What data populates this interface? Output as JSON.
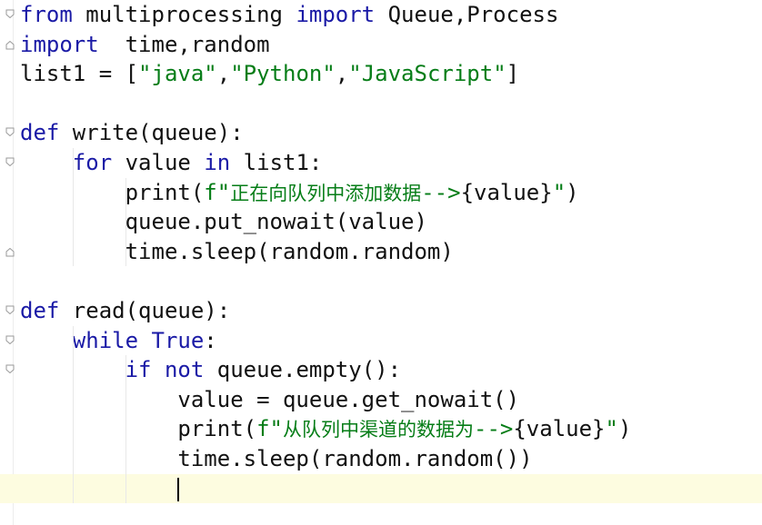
{
  "editor": {
    "lines": [
      [
        {
          "t": "from",
          "c": "kw"
        },
        {
          "t": " multiprocessing ",
          "c": "plain"
        },
        {
          "t": "import",
          "c": "kw"
        },
        {
          "t": " Queue,Process",
          "c": "plain"
        }
      ],
      [
        {
          "t": "import",
          "c": "kw"
        },
        {
          "t": "  time,random",
          "c": "plain"
        }
      ],
      [
        {
          "t": "list1 = [",
          "c": "plain"
        },
        {
          "t": "\"java\"",
          "c": "str"
        },
        {
          "t": ",",
          "c": "plain"
        },
        {
          "t": "\"Python\"",
          "c": "str"
        },
        {
          "t": ",",
          "c": "plain"
        },
        {
          "t": "\"JavaScript\"",
          "c": "str"
        },
        {
          "t": "]",
          "c": "plain"
        }
      ],
      [],
      [
        {
          "t": "def",
          "c": "kw"
        },
        {
          "t": " write(queue):",
          "c": "plain"
        }
      ],
      [
        {
          "t": "    ",
          "c": "plain"
        },
        {
          "t": "for",
          "c": "kw"
        },
        {
          "t": " value ",
          "c": "plain"
        },
        {
          "t": "in",
          "c": "kw"
        },
        {
          "t": " list1:",
          "c": "plain"
        }
      ],
      [
        {
          "t": "        print(",
          "c": "plain"
        },
        {
          "t": "f\"",
          "c": "str"
        },
        {
          "t": "正在向队列中添加数据",
          "c": "cjk"
        },
        {
          "t": "-->",
          "c": "str"
        },
        {
          "t": "{value}",
          "c": "plain"
        },
        {
          "t": "\"",
          "c": "str"
        },
        {
          "t": ")",
          "c": "plain"
        }
      ],
      [
        {
          "t": "        queue.put_nowait(value)",
          "c": "plain"
        }
      ],
      [
        {
          "t": "        time.sleep(random.random)",
          "c": "plain"
        }
      ],
      [],
      [
        {
          "t": "def",
          "c": "kw"
        },
        {
          "t": " read(queue):",
          "c": "plain"
        }
      ],
      [
        {
          "t": "    ",
          "c": "plain"
        },
        {
          "t": "while",
          "c": "kw"
        },
        {
          "t": " ",
          "c": "plain"
        },
        {
          "t": "True",
          "c": "lit"
        },
        {
          "t": ":",
          "c": "plain"
        }
      ],
      [
        {
          "t": "        ",
          "c": "plain"
        },
        {
          "t": "if",
          "c": "kw"
        },
        {
          "t": " ",
          "c": "plain"
        },
        {
          "t": "not",
          "c": "kw"
        },
        {
          "t": " queue.empty():",
          "c": "plain"
        }
      ],
      [
        {
          "t": "            value = queue.get_nowait()",
          "c": "plain"
        }
      ],
      [
        {
          "t": "            print(",
          "c": "plain"
        },
        {
          "t": "f\"",
          "c": "str"
        },
        {
          "t": "从队列中渠道的数据为",
          "c": "cjk"
        },
        {
          "t": "-->",
          "c": "str"
        },
        {
          "t": "{value}",
          "c": "plain"
        },
        {
          "t": "\"",
          "c": "str"
        },
        {
          "t": ")",
          "c": "plain"
        }
      ],
      [
        {
          "t": "            time.sleep(random.random())",
          "c": "plain"
        }
      ],
      [],
      []
    ],
    "current_line": 16,
    "fold_markers": [
      {
        "line": 0,
        "kind": "top"
      },
      {
        "line": 1,
        "kind": "bot"
      },
      {
        "line": 4,
        "kind": "top"
      },
      {
        "line": 5,
        "kind": "top"
      },
      {
        "line": 8,
        "kind": "bot"
      },
      {
        "line": 10,
        "kind": "top"
      },
      {
        "line": 11,
        "kind": "top"
      },
      {
        "line": 12,
        "kind": "top"
      }
    ],
    "colors": {
      "keyword": "#1a1aa6",
      "string": "#067d17",
      "text": "#111111",
      "current_line": "#fdfce0"
    }
  }
}
